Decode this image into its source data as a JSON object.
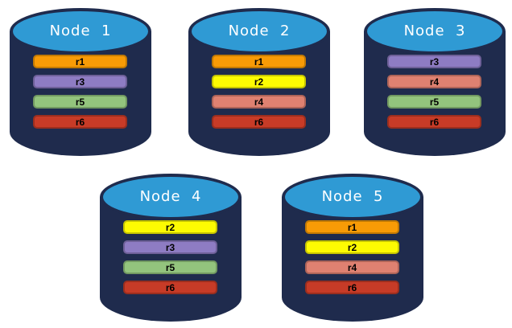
{
  "diagram": {
    "description_visible_text_only": true,
    "colors": {
      "background": "#ffffff",
      "cylinder_body": "#1F2B4D",
      "cylinder_top": "#2F9AD4",
      "node_label_text": "#ffffff",
      "bar_label_text": "#000000"
    },
    "replica_colors": {
      "r1": "#F89B06",
      "r2": "#FDFB02",
      "r3": "#8E7CC3",
      "r4": "#DF8171",
      "r5": "#93C47D",
      "r6": "#C73B27"
    },
    "nodes": [
      {
        "label": "Node  1",
        "replicas": [
          "r1",
          "r3",
          "r5",
          "r6"
        ]
      },
      {
        "label": "Node  2",
        "replicas": [
          "r1",
          "r2",
          "r4",
          "r6"
        ]
      },
      {
        "label": "Node  3",
        "replicas": [
          "r3",
          "r4",
          "r5",
          "r6"
        ]
      },
      {
        "label": "Node  4",
        "replicas": [
          "r2",
          "r3",
          "r5",
          "r6"
        ]
      },
      {
        "label": "Node  5",
        "replicas": [
          "r1",
          "r2",
          "r4",
          "r6"
        ]
      }
    ]
  }
}
